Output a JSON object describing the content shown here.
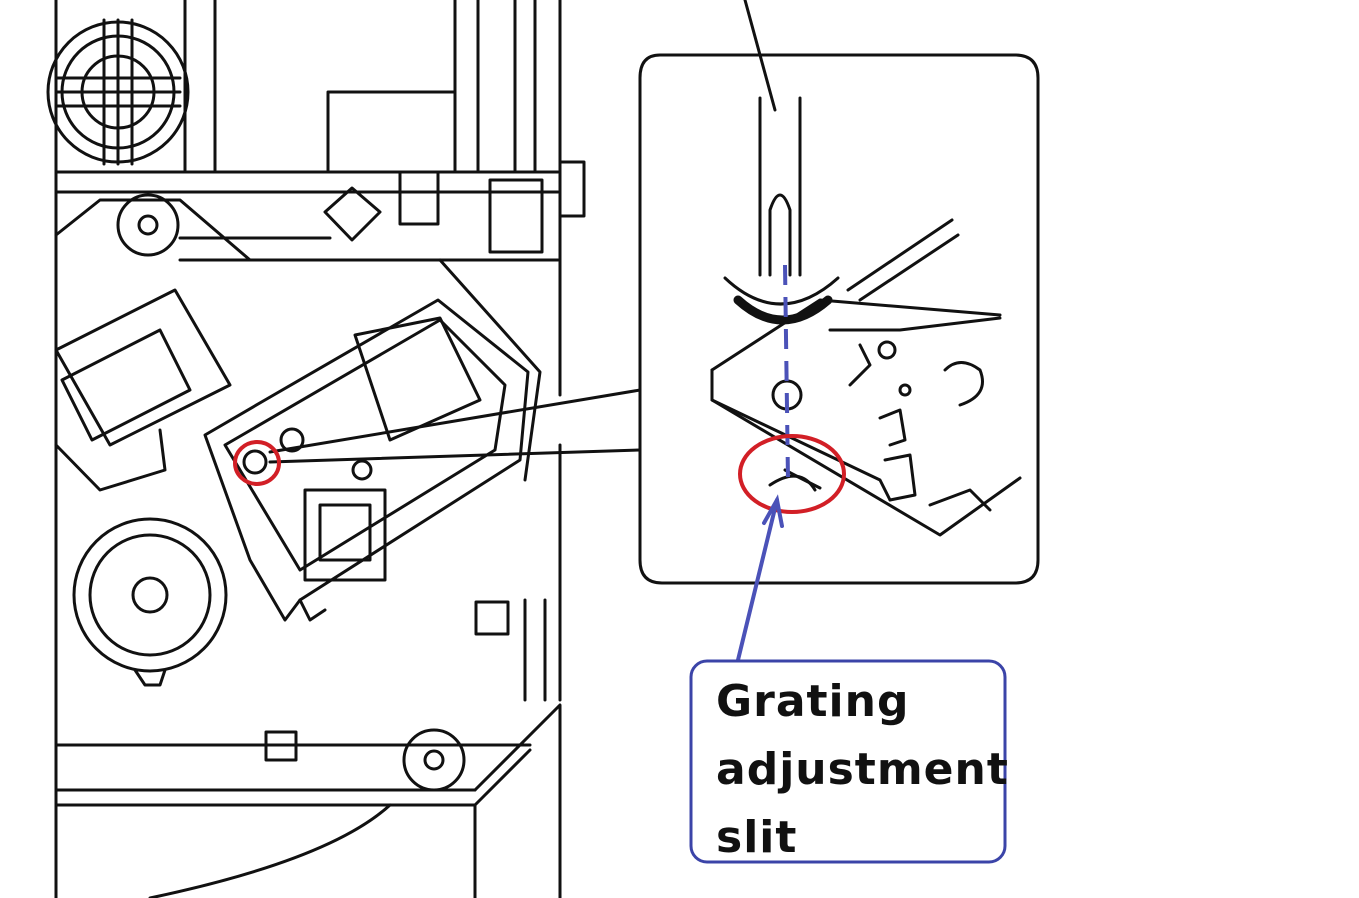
{
  "callout": {
    "lines": [
      "Grating",
      "adjustment",
      "slit"
    ]
  },
  "colors": {
    "line_art": "#111111",
    "highlight_ring": "#d21f26",
    "callout_border": "#3b44a8",
    "guide_line": "#4b52b8",
    "background": "#ffffff"
  },
  "icons": {
    "screw_marker": "circled-screw-icon",
    "slit_marker": "circled-slit-icon",
    "pointer": "arrow-pointer-icon"
  }
}
